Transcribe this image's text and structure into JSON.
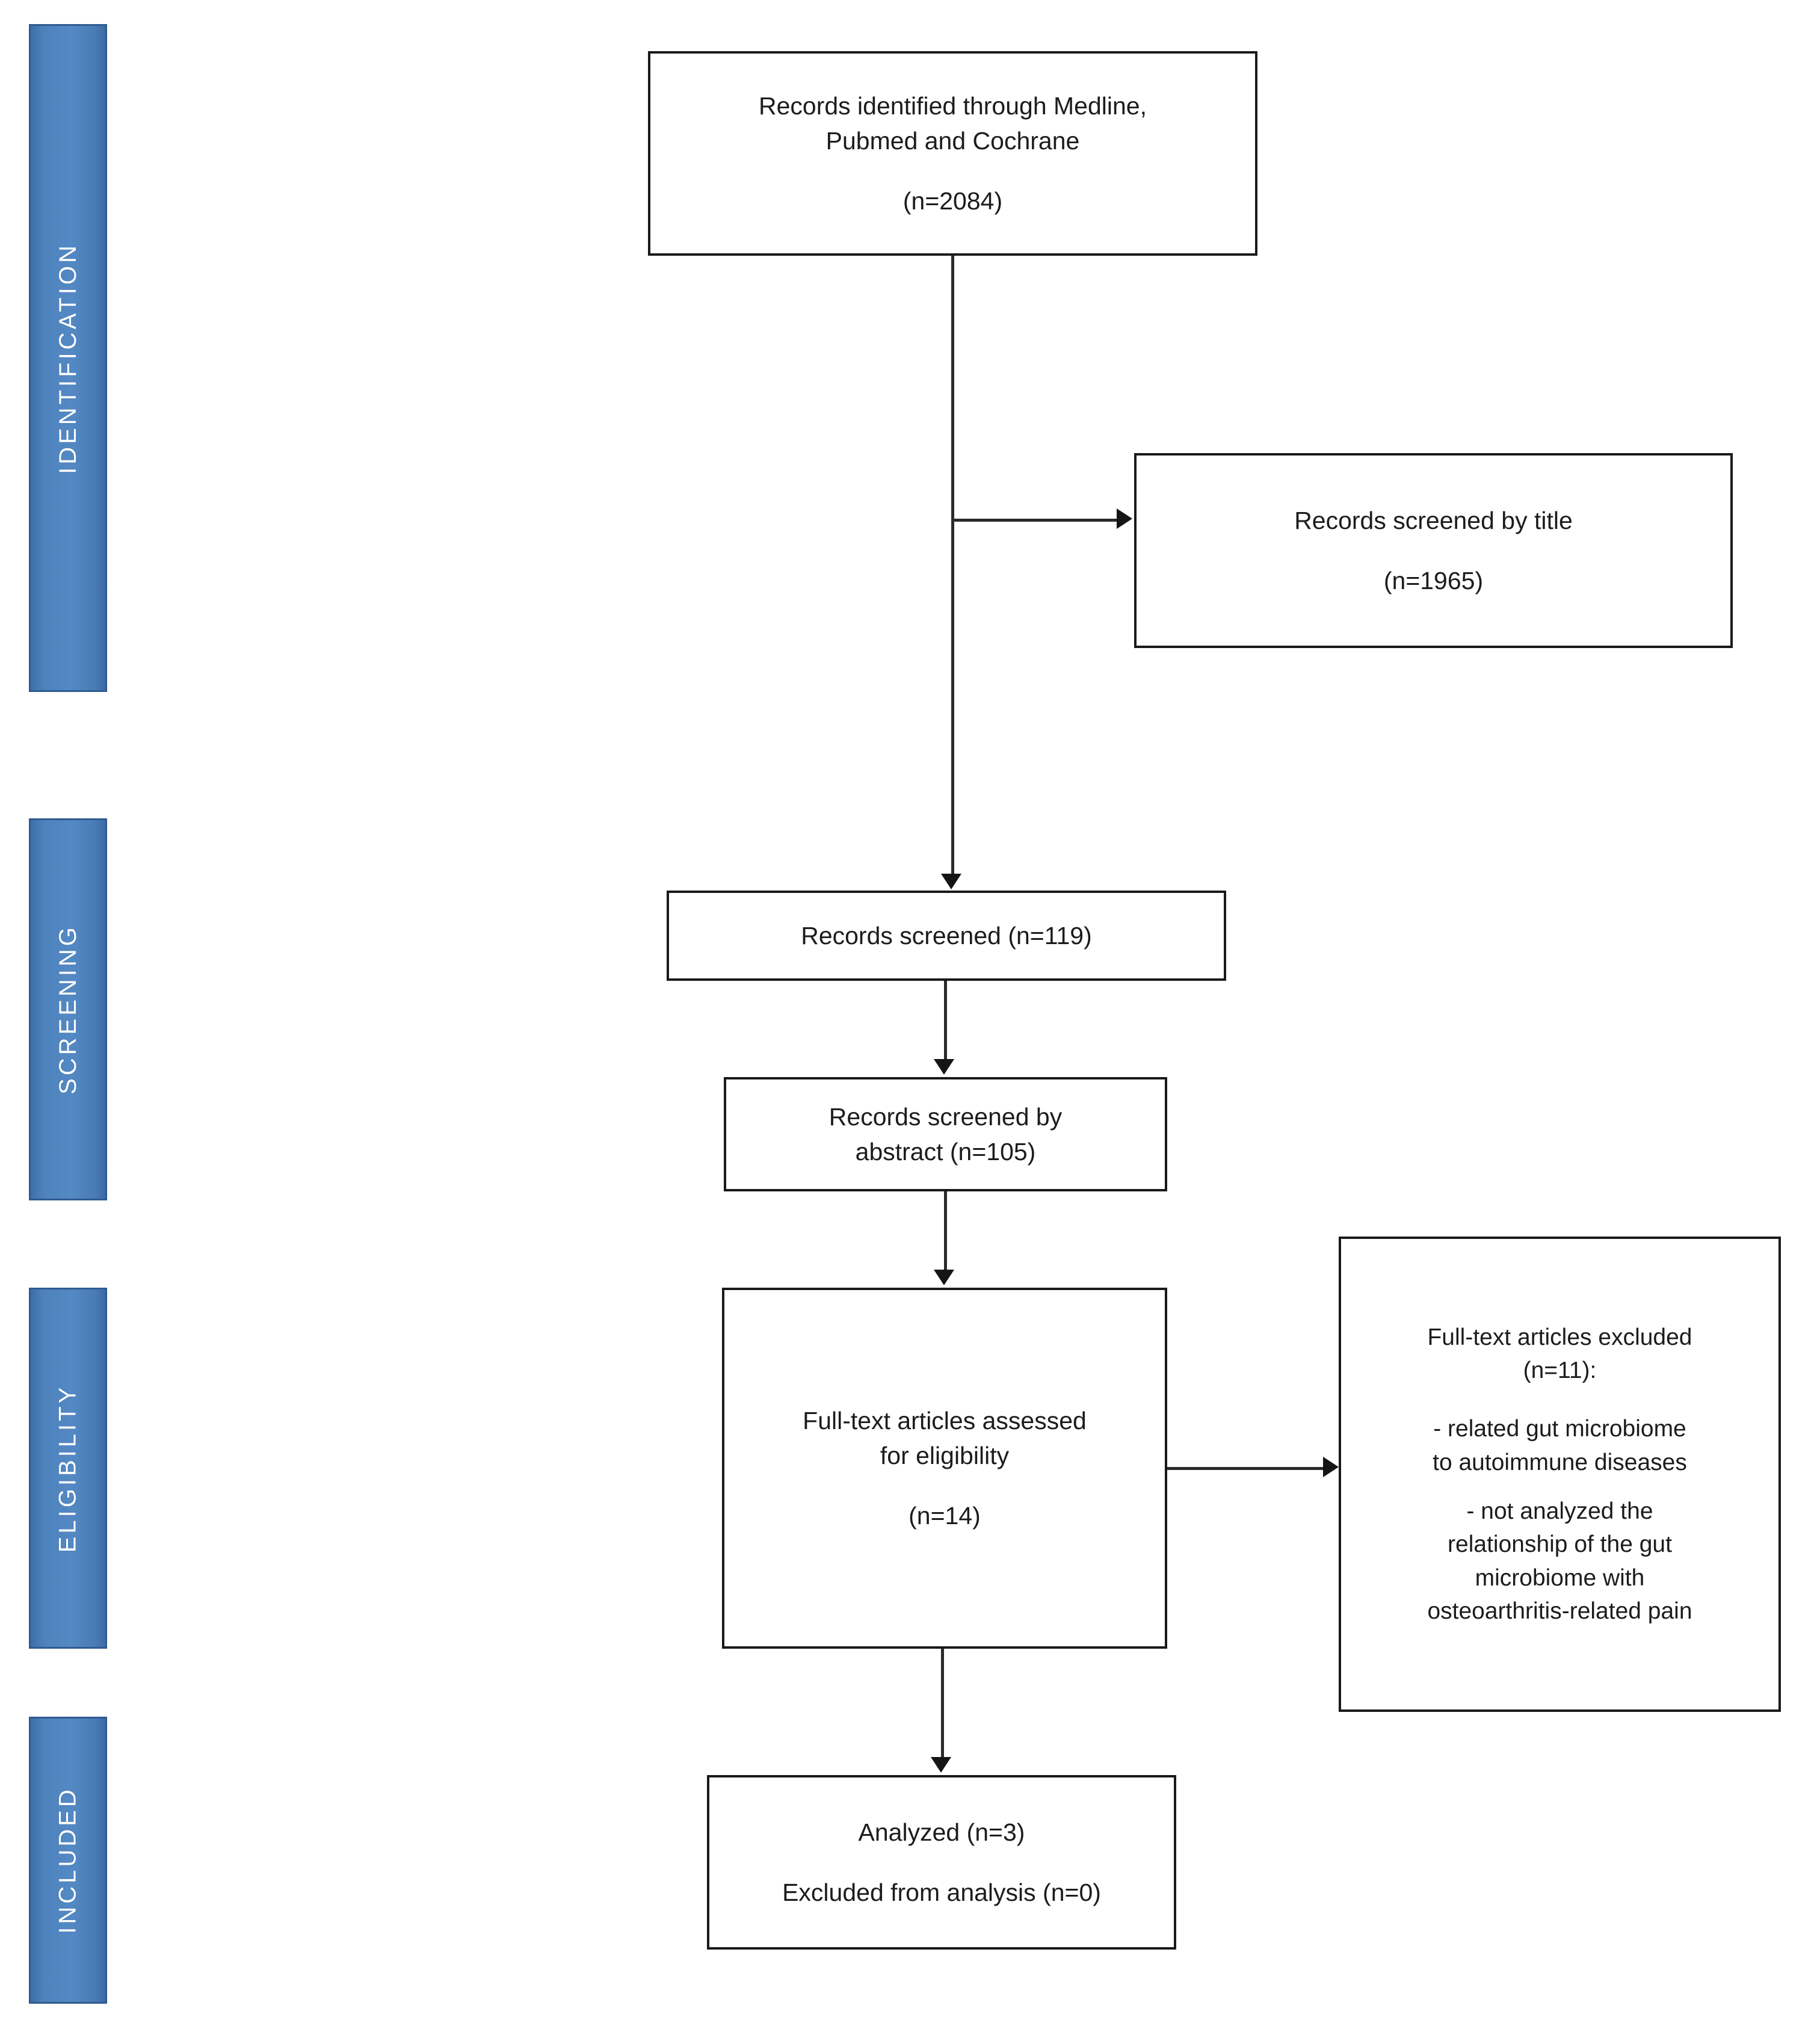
{
  "diagram": {
    "title": "PRISMA flow diagram",
    "type": "prisma-flow-diagram",
    "accent_color": "#4e82bd",
    "box_border_color": "#1a1a1a",
    "connector_color": "#2a2a2a",
    "background_color": "#ffffff"
  },
  "stages": [
    {
      "id": "identification",
      "label": "IDENTIFICATION"
    },
    {
      "id": "screening",
      "label": "SCREENING"
    },
    {
      "id": "eligibility",
      "label": "ELIGIBILITY"
    },
    {
      "id": "included",
      "label": "INCLUDED"
    }
  ],
  "nodes": {
    "identified": {
      "id": "records-identified",
      "line1": "Records identified through Medline,",
      "line2": "Pubmed and Cochrane",
      "count": "(n=2084)",
      "n": 2084
    },
    "screened_by_title": {
      "id": "records-screened-by-title",
      "line1": "Records screened by title",
      "count": "(n=1965)",
      "n": 1965
    },
    "records_screened": {
      "id": "records-screened",
      "line1": "Records screened (n=119)",
      "n": 119
    },
    "screened_by_abstract": {
      "id": "records-screened-by-abstract",
      "line1": "Records screened by",
      "line2": "abstract (n=105)",
      "n": 105
    },
    "fulltext_assessed": {
      "id": "full-text-articles-assessed",
      "line1": "Full-text articles assessed",
      "line2": "for eligibility",
      "count": "(n=14)",
      "n": 14
    },
    "fulltext_excluded": {
      "id": "full-text-articles-excluded",
      "line1": "Full-text articles excluded",
      "count": "(n=11):",
      "n": 11,
      "reason1_line1": "- related gut microbiome",
      "reason1_line2": "to autoimmune diseases",
      "reason2_line1": "- not analyzed the",
      "reason2_line2": "relationship of the gut",
      "reason2_line3": "microbiome with",
      "reason2_line4": "osteoarthritis-related pain"
    },
    "analyzed": {
      "id": "analyzed",
      "line1": "Analyzed (n=3)",
      "line2": "Excluded from analysis (n=0)",
      "n_analyzed": 3,
      "n_excluded": 0
    }
  }
}
